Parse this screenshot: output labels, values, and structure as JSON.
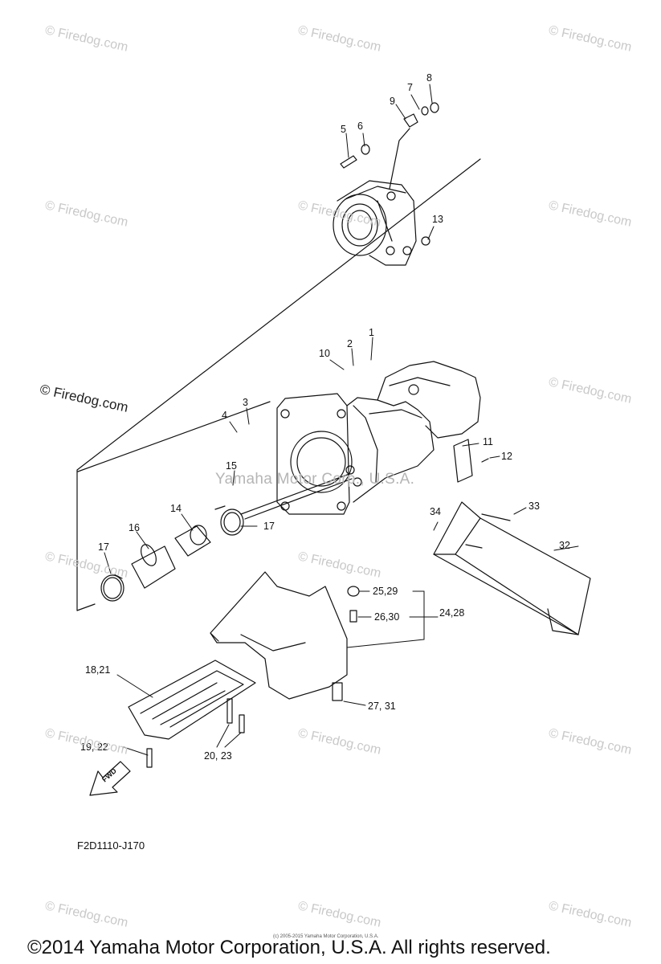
{
  "watermark": "© Firedog.com",
  "diagram_watermark": "© Firedog.com",
  "yamaha_watermark": "Yamaha Motor Corp., U.S.A.",
  "callouts": [
    {
      "id": "1",
      "label": "1"
    },
    {
      "id": "2",
      "label": "2"
    },
    {
      "id": "3",
      "label": "3"
    },
    {
      "id": "4",
      "label": "4"
    },
    {
      "id": "5",
      "label": "5"
    },
    {
      "id": "6",
      "label": "6"
    },
    {
      "id": "7",
      "label": "7"
    },
    {
      "id": "8",
      "label": "8"
    },
    {
      "id": "9",
      "label": "9"
    },
    {
      "id": "10",
      "label": "10"
    },
    {
      "id": "11",
      "label": "11"
    },
    {
      "id": "12",
      "label": "12"
    },
    {
      "id": "13",
      "label": "13"
    },
    {
      "id": "14",
      "label": "14"
    },
    {
      "id": "15",
      "label": "15"
    },
    {
      "id": "16",
      "label": "16"
    },
    {
      "id": "17a",
      "label": "17"
    },
    {
      "id": "17b",
      "label": "17"
    },
    {
      "id": "18_21",
      "label": "18,21"
    },
    {
      "id": "19_22",
      "label": "19, 22"
    },
    {
      "id": "20_23",
      "label": "20, 23"
    },
    {
      "id": "24_28",
      "label": "24,28"
    },
    {
      "id": "25_29",
      "label": "25,29"
    },
    {
      "id": "26_30",
      "label": "26,30"
    },
    {
      "id": "27_31",
      "label": "27, 31"
    },
    {
      "id": "32",
      "label": "32"
    },
    {
      "id": "33",
      "label": "33"
    },
    {
      "id": "34",
      "label": "34"
    }
  ],
  "fwd_label": "FWD",
  "diagram_code": "F2D1110-J170",
  "tiny_text": "(c) 2005-2015 Yamaha Motor Corporation, U.S.A.",
  "footer": "©2014 Yamaha Motor Corporation, U.S.A. All rights reserved."
}
